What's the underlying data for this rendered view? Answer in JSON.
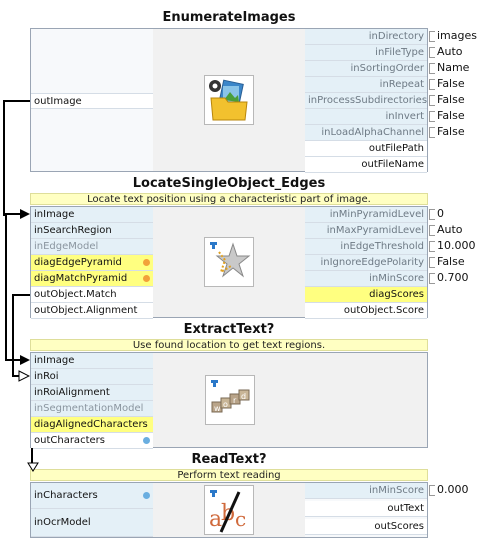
{
  "colors": {
    "input_bg": "#e4f0f7",
    "highlight": "#ffff80",
    "description_bg": "#ffffc2",
    "border": "#9aa5b4"
  },
  "blocks": [
    {
      "title": "EnumerateImages",
      "description": "",
      "icon": "folder-images-gear-icon",
      "left_inputs": [],
      "left_outputs": [
        "outImage"
      ],
      "right_inputs": [
        {
          "name": "inDirectory",
          "value": "images"
        },
        {
          "name": "inFileType",
          "value": "Auto"
        },
        {
          "name": "inSortingOrder",
          "value": "Name"
        },
        {
          "name": "inRepeat",
          "value": "False"
        },
        {
          "name": "inProcessSubdirectories",
          "value": "False"
        },
        {
          "name": "inInvert",
          "value": "False"
        },
        {
          "name": "inLoadAlphaChannel",
          "value": "False"
        }
      ],
      "right_outputs": [
        "outFilePath",
        "outFileName"
      ]
    },
    {
      "title": "LocateSingleObject_Edges",
      "description": "Locate text position using a characteristic part of image.",
      "icon": "locate-star-icon",
      "left_ports": [
        "inImage",
        "inSearchRegion",
        "inEdgeModel",
        "diagEdgePyramid",
        "diagMatchPyramid",
        "outObject.Match",
        "outObject.Alignment"
      ],
      "right_inputs": [
        {
          "name": "inMinPyramidLevel",
          "value": "0"
        },
        {
          "name": "inMaxPyramidLevel",
          "value": "Auto"
        },
        {
          "name": "inEdgeThreshold",
          "value": "10.000"
        },
        {
          "name": "inIgnoreEdgePolarity",
          "value": "False"
        },
        {
          "name": "inMinScore",
          "value": "0.700"
        }
      ],
      "right_outputs": [
        "diagScores",
        "outObject.Score"
      ]
    },
    {
      "title": "ExtractText?",
      "description": "Use found location to get text regions.",
      "icon": "extract-word-icon",
      "left_ports": [
        "inImage",
        "inRoi",
        "inRoiAlignment",
        "inSegmentationModel",
        "diagAlignedCharacters",
        "outCharacters"
      ]
    },
    {
      "title": "ReadText?",
      "description": "Perform text reading",
      "icon": "read-abc-icon",
      "left_ports": [
        "inCharacters",
        "inOcrModel"
      ],
      "right_inputs": [
        {
          "name": "inMinScore",
          "value": "0.000"
        }
      ],
      "right_outputs": [
        "outText",
        "outScores"
      ]
    }
  ]
}
